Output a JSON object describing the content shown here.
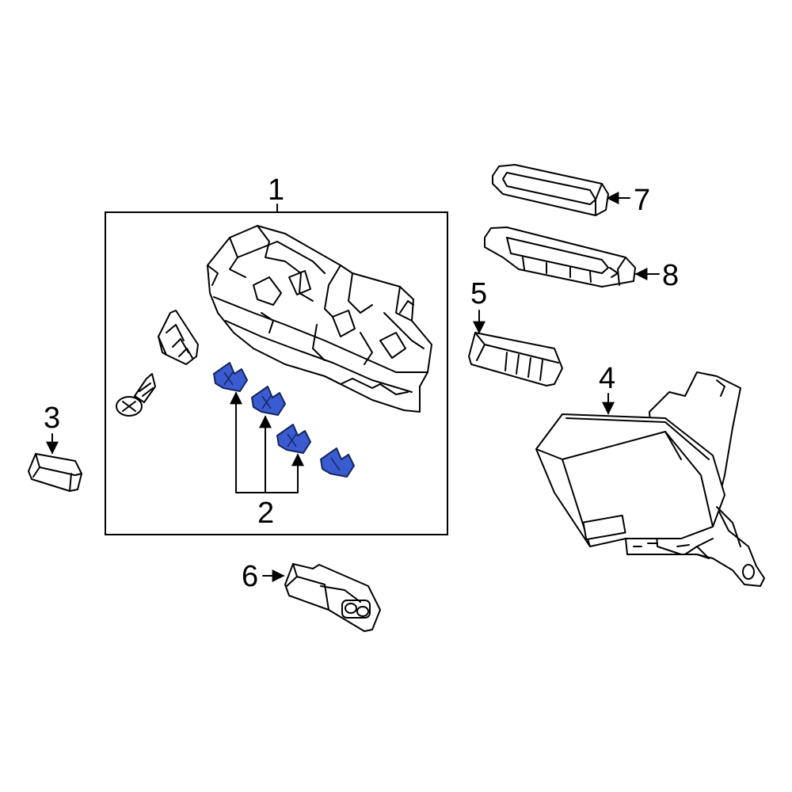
{
  "callouts": {
    "c1": "1",
    "c2": "2",
    "c3": "3",
    "c4": "4",
    "c5": "5",
    "c6": "6",
    "c7": "7",
    "c8": "8"
  },
  "colors": {
    "highlight": "#3a5cd0",
    "line": "#000000",
    "background": "#ffffff"
  }
}
